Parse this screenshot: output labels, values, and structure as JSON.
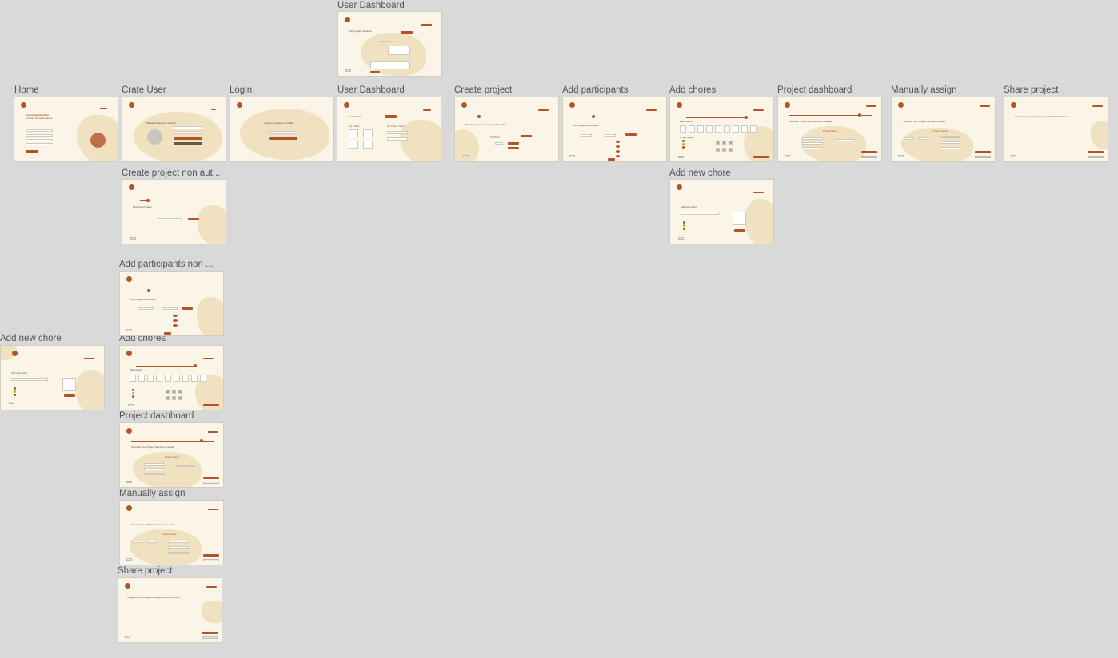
{
  "canvas": {
    "background": "#d9d9d9"
  },
  "colors": {
    "accent": "#b2532a",
    "frame_bg": "#faf5e6",
    "blob": "#f0e1c0"
  },
  "frames": {
    "user_dashboard_top": {
      "label": "User Dashboard",
      "heading": "Pick project W name",
      "title": "Project Name"
    },
    "home": {
      "label": "Home",
      "heading": "End inequality when",
      "sub": "it comes to house chores"
    },
    "crate_user": {
      "label": "Crate User",
      "heading": "Please Create your Account"
    },
    "login": {
      "label": "Login",
      "heading": "Login to access your profile"
    },
    "user_dashboard": {
      "label": "User Dashboard",
      "heading": "Dashboard",
      "col1": "My Profile",
      "col2": "My Project Name"
    },
    "create_project": {
      "label": "Create project",
      "heading": "Pick project name and completion date"
    },
    "add_participants": {
      "label": "Add participants",
      "heading": "Pick project participants"
    },
    "add_chores": {
      "label": "Add chores",
      "heading": "Pick chores",
      "sub": "Chore types"
    },
    "project_dashboard": {
      "label": "Project dashboard",
      "heading": "Success! Your Project has been created",
      "title": "Project Name"
    },
    "manually_assign": {
      "label": "Manually assign",
      "heading": "Success! Your Project has been created",
      "title": "Project Name"
    },
    "share_project": {
      "label": "Share project",
      "heading": "Congrats! Your project has equally divided chores"
    },
    "create_project_non_auth": {
      "label": "Create project non aut...",
      "heading": "Pick project name"
    },
    "add_new_chore_right": {
      "label": "Add new chore",
      "heading": "Add new chore"
    },
    "add_participants_non": {
      "label": "Add participants non ...",
      "heading": "Pick project participants"
    },
    "add_new_chore_left": {
      "label": "Add new chore",
      "heading": "Add new chore"
    },
    "add_chores_2": {
      "label": "Add chores",
      "heading": "Pick chores"
    },
    "project_dashboard_2": {
      "label": "Project dashboard",
      "heading": "Success! Your Project has been created",
      "title": "Project Name"
    },
    "manually_assign_2": {
      "label": "Manually assign",
      "heading": "Success! Your Project has been created",
      "title": "Project Name"
    },
    "share_project_2": {
      "label": "Share project",
      "heading": "Congrats! Your project has equally divided chores"
    }
  }
}
